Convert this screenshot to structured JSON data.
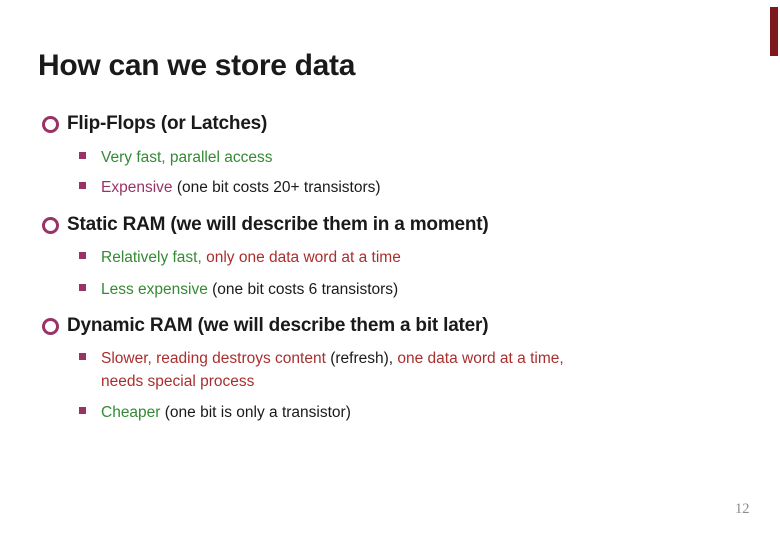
{
  "slide": {
    "title": "How can we store data",
    "page_number": "12",
    "bullet_styles": {
      "level1": "hollow-circle",
      "level2": "filled-square"
    },
    "colors": {
      "plum": "#993366",
      "green": "#348a34",
      "red": "#aa2e2e",
      "black": "#1a1a1a",
      "accent_bar": "#7d191c",
      "page_number_gray": "#8c8c8c"
    },
    "sections": [
      {
        "header": "Flip-Flops (or Latches)",
        "subs": [
          {
            "segments": [
              {
                "text": "Very fast, parallel access",
                "color": "green"
              }
            ]
          },
          {
            "segments": [
              {
                "text": "Expensive",
                "color": "plum"
              },
              {
                "text": " (one bit costs 20+ transistors)",
                "color": "black"
              }
            ]
          }
        ]
      },
      {
        "header": "Static RAM (we will describe them in a moment)",
        "subs": [
          {
            "segments": [
              {
                "text": "Relatively fast,",
                "color": "green"
              },
              {
                "text": " only one data word at a time",
                "color": "red"
              }
            ]
          },
          {
            "segments": [
              {
                "text": "Less expensive",
                "color": "green"
              },
              {
                "text": " (one bit costs 6 transistors)",
                "color": "black"
              }
            ]
          }
        ]
      },
      {
        "header": "Dynamic RAM (we will describe them a bit later)",
        "subs": [
          {
            "segments": [
              {
                "text": "Slower, reading destroys content ",
                "color": "red"
              },
              {
                "text": "(refresh),",
                "color": "black"
              },
              {
                "text": " one data word at a time,",
                "color": "red"
              },
              {
                "text": "needs special process",
                "color": "red"
              }
            ]
          },
          {
            "segments": [
              {
                "text": "Cheaper",
                "color": "green"
              },
              {
                "text": " (one bit is only a transistor)",
                "color": "black"
              }
            ]
          }
        ]
      }
    ]
  }
}
